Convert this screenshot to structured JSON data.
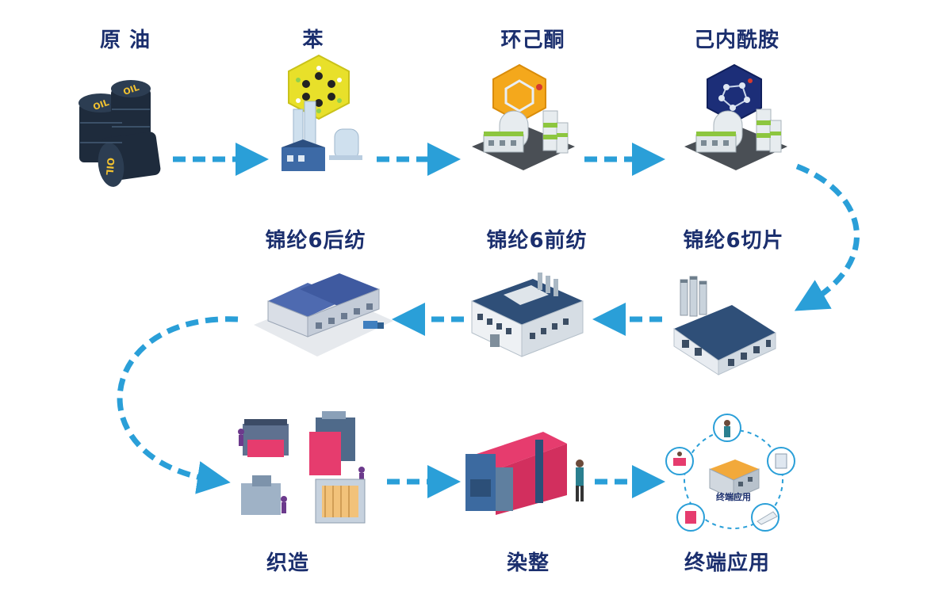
{
  "colors": {
    "arrow": "#2a9fd8",
    "label": "#1b2f6e",
    "barrel": "#1e2b3c",
    "oil_text": "#f2c230",
    "hex_yellow": "#e8e02a",
    "hex_orange": "#f4a81c",
    "hex_navy": "#1c2e78",
    "building_roof": "#2f4f78",
    "fabric": "#e63c6e"
  },
  "stages": {
    "crude_oil": {
      "label": "原 油",
      "barrel_text": "OIL"
    },
    "benzene": {
      "label": "苯"
    },
    "cyclohexanone": {
      "label": "环己酮"
    },
    "caprolactam": {
      "label": "己内酰胺"
    },
    "nylon6_chips": {
      "label": "锦纶6切片"
    },
    "nylon6_prespin": {
      "label": "锦纶6前纺"
    },
    "nylon6_postspin": {
      "label": "锦纶6后纺"
    },
    "weaving": {
      "label": "织造"
    },
    "dyeing": {
      "label": "染整"
    },
    "end_use": {
      "label": "终端应用",
      "inner_label": "终端应用"
    }
  },
  "icons": [
    "oil-barrels-icon",
    "benzene-plant-icon",
    "cyclohexanone-plant-icon",
    "caprolactam-plant-icon",
    "chip-factory-icon",
    "prespin-factory-icon",
    "postspin-warehouse-icon",
    "weaving-machines-icon",
    "dyeing-machine-icon",
    "end-use-hub-icon"
  ]
}
